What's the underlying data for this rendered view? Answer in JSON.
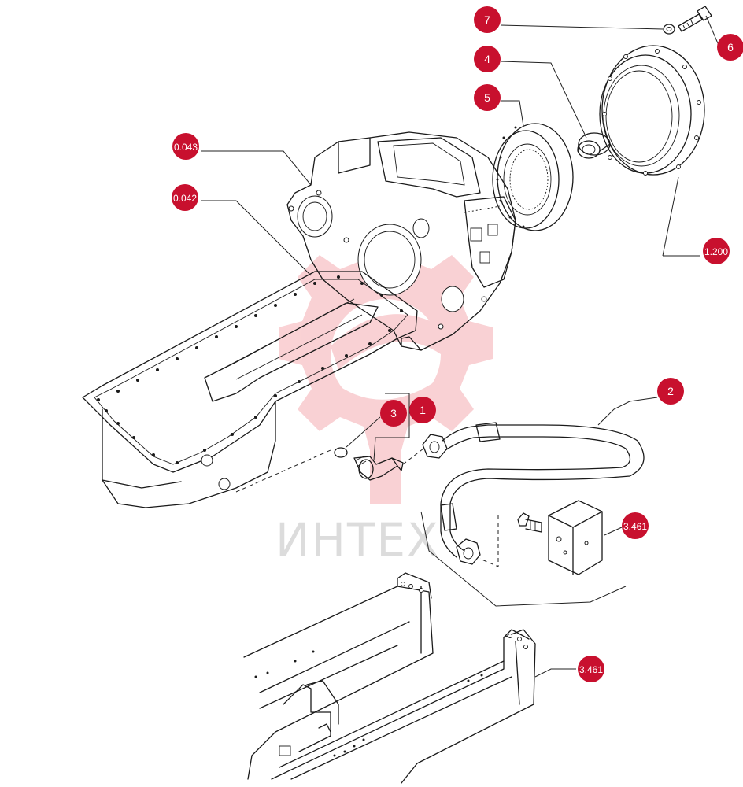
{
  "callouts": [
    {
      "id": "7",
      "label": "7"
    },
    {
      "id": "6",
      "label": "6"
    },
    {
      "id": "4",
      "label": "4"
    },
    {
      "id": "5",
      "label": "5"
    },
    {
      "id": "2",
      "label": "2"
    },
    {
      "id": "3",
      "label": "3"
    },
    {
      "id": "1",
      "label": "1"
    }
  ],
  "references": [
    {
      "id": "ref-0043",
      "label": "0.043"
    },
    {
      "id": "ref-0042",
      "label": "0.042"
    },
    {
      "id": "ref-1200",
      "label": "1.200"
    },
    {
      "id": "ref-3461-a",
      "label": "3.461"
    },
    {
      "id": "ref-3461-b",
      "label": "3.461"
    }
  ],
  "watermark": {
    "text": "ИНТЕХ",
    "color": "#e8343e"
  },
  "colors": {
    "callout": "#c8102e",
    "line": "#1a1a1a"
  }
}
